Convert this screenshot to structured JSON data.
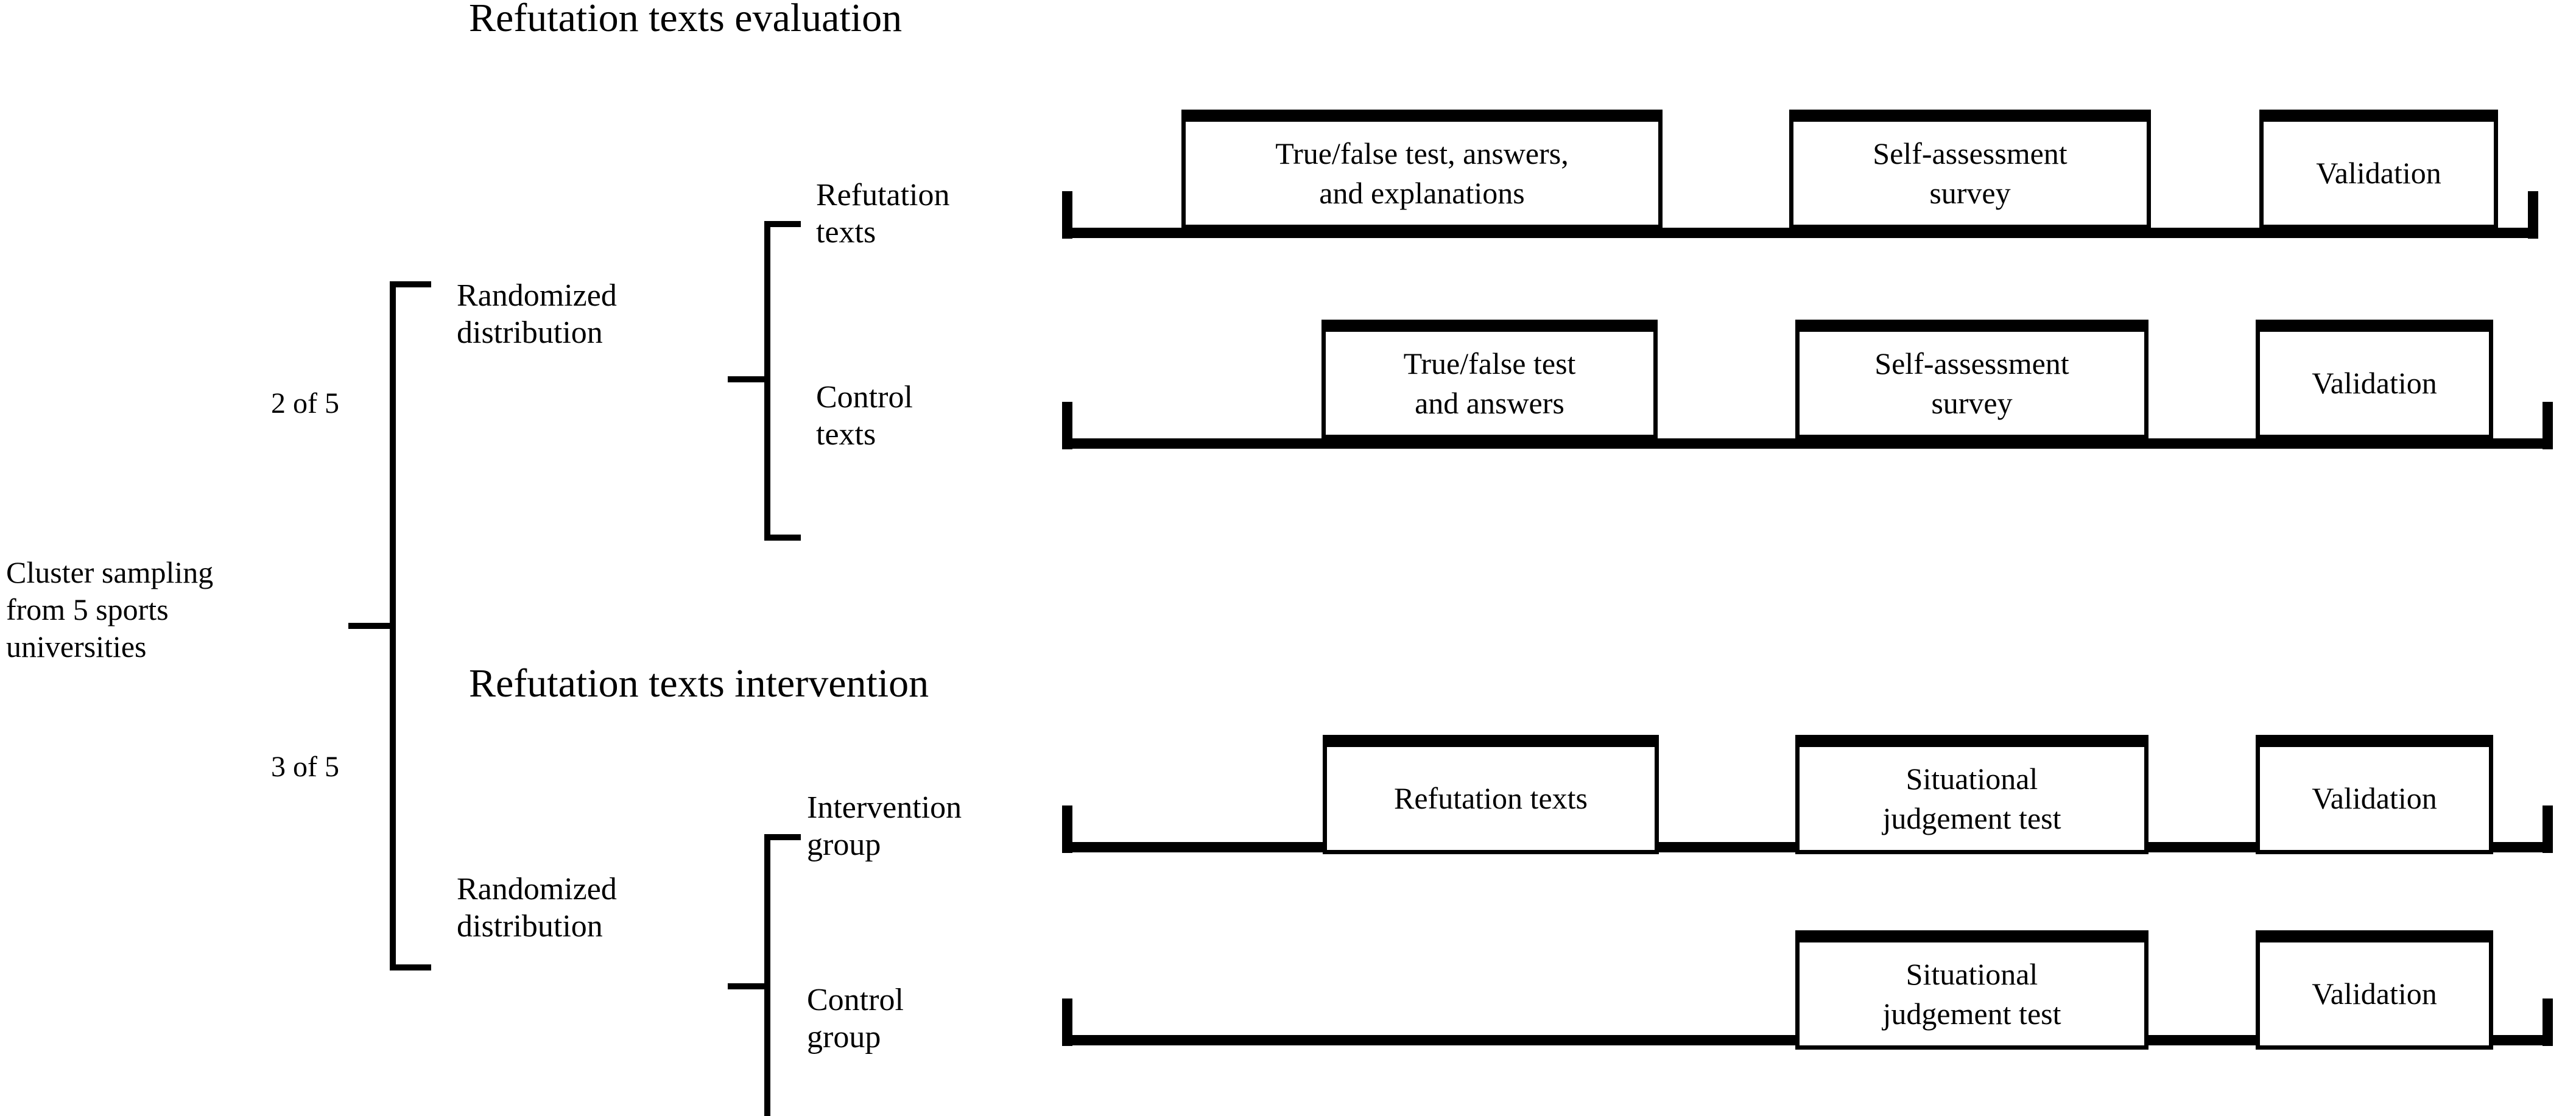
{
  "figure": {
    "root": {
      "label": "Cluster sampling\nfrom 5 sports\nuniversities"
    },
    "split_labels": {
      "top": "2 of 5",
      "bottom": "3 of 5"
    },
    "sections": [
      {
        "id": "evaluation",
        "title": "Refutation texts evaluation",
        "allocation": "2 of 5",
        "randomization_label": "Randomized\ndistribution",
        "arms": [
          {
            "id": "refutation-texts",
            "label": "Refutation\ntexts",
            "events": [
              {
                "label": "True/false test, answers,\nand explanations"
              },
              {
                "label": "Self-assessment\nsurvey"
              },
              {
                "label": "Validation"
              }
            ]
          },
          {
            "id": "control-texts",
            "label": "Control\ntexts",
            "events": [
              {
                "label": "True/false test\nand answers"
              },
              {
                "label": "Self-assessment\nsurvey"
              },
              {
                "label": "Validation"
              }
            ]
          }
        ]
      },
      {
        "id": "intervention",
        "title": "Refutation texts intervention",
        "allocation": "3 of 5",
        "randomization_label": "Randomized\ndistribution",
        "arms": [
          {
            "id": "intervention-group",
            "label": "Intervention\ngroup",
            "events": [
              {
                "label": "Refutation texts"
              },
              {
                "label": "Situational\njudgement test"
              },
              {
                "label": "Validation"
              }
            ]
          },
          {
            "id": "control-group",
            "label": "Control\ngroup",
            "events": [
              {
                "label": "Situational\njudgement test"
              },
              {
                "label": "Validation"
              }
            ]
          }
        ]
      }
    ],
    "colors": {
      "ink": "#000000",
      "paper": "#ffffff"
    }
  }
}
